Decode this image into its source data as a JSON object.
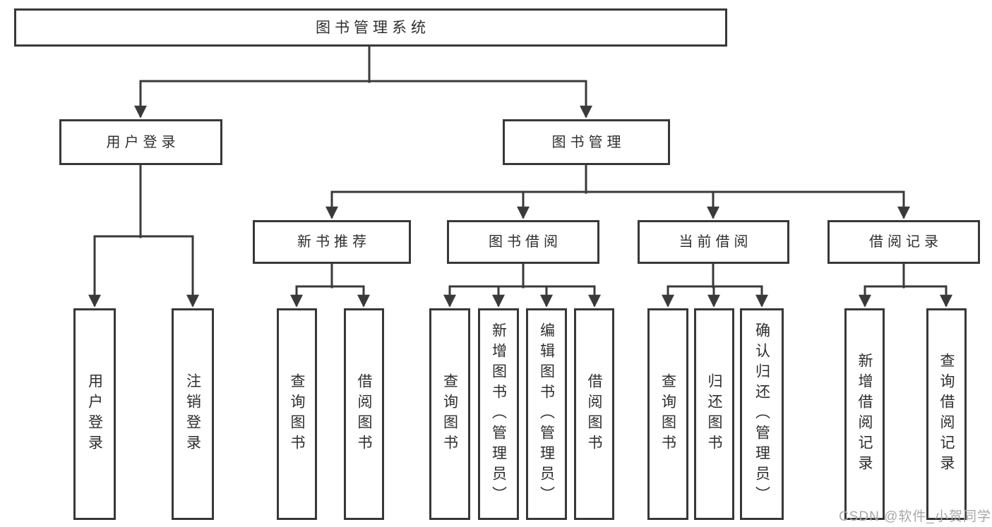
{
  "diagram": {
    "title": "图书管理系统",
    "level2": [
      {
        "label": "用户登录",
        "children": [
          {
            "label": "用户登录"
          },
          {
            "label": "注销登录"
          }
        ]
      },
      {
        "label": "图书管理",
        "children": [
          {
            "label": "新书推荐",
            "children": [
              {
                "label": "查询图书"
              },
              {
                "label": "借阅图书"
              }
            ]
          },
          {
            "label": "图书借阅",
            "children": [
              {
                "label": "查询图书"
              },
              {
                "label": "新增图书（管理员）"
              },
              {
                "label": "编辑图书（管理员）"
              },
              {
                "label": "借阅图书"
              }
            ]
          },
          {
            "label": "当前借阅",
            "children": [
              {
                "label": "查询图书"
              },
              {
                "label": "归还图书"
              },
              {
                "label": "确认归还（管理员）"
              }
            ]
          },
          {
            "label": "借阅记录",
            "children": [
              {
                "label": "新增借阅记录"
              },
              {
                "label": "查询借阅记录"
              }
            ]
          }
        ]
      }
    ]
  },
  "watermark": {
    "text": "CSDN @软件_小贺同学"
  },
  "colors": {
    "line": "#3a3a3a",
    "box_border": "#383838",
    "text": "#2e2e2e",
    "watermark": "#a8a8a8",
    "background": "#ffffff"
  }
}
